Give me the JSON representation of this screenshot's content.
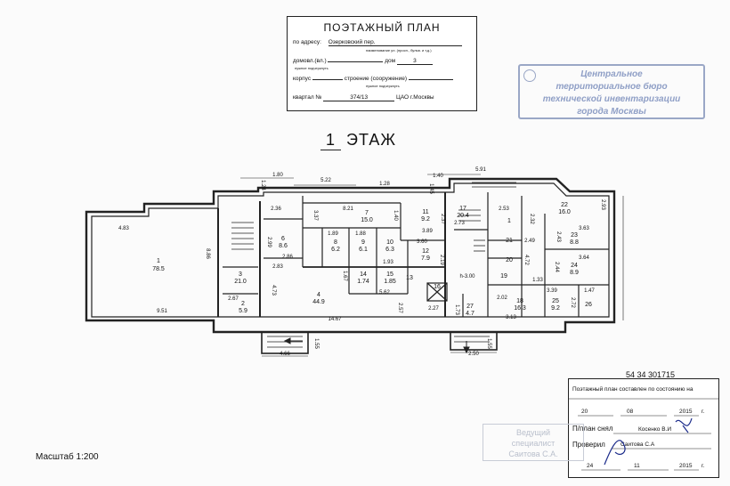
{
  "title_block": {
    "title": "ПОЭТАЖНЫЙ ПЛАН",
    "address_label": "по адресу:",
    "address_value": "Озерковский пер.",
    "address_hint": "наименование ул. (просп., бульв. и т.д.)",
    "house_label": "домовл.(вл.)",
    "house_hint": "нужное подчеркнуть",
    "dom_label": "дом",
    "dom_value": "3",
    "korpus_label": "корпус",
    "building_label": "строение (сооружение)",
    "building_hint": "нужное подчеркнуть",
    "kvartal_label": "квартал №",
    "kvartal_value": "374/13",
    "district_value": "ЦАО г.Москвы"
  },
  "bti_stamp": {
    "line1": "Центральное",
    "line2": "территориальное бюро",
    "line3": "технической инвентаризации",
    "line4": "города Москвы"
  },
  "floor_label": {
    "number": "1",
    "word": "ЭТАЖ"
  },
  "rooms": [
    {
      "no": "1",
      "area": "78.5"
    },
    {
      "no": "3",
      "area": "21.0"
    },
    {
      "no": "2",
      "area": "5.9"
    },
    {
      "no": "4",
      "area": "44.9"
    },
    {
      "no": "6",
      "area": "8.6"
    },
    {
      "no": "7",
      "area": "15.0"
    },
    {
      "no": "8",
      "area": "6.2"
    },
    {
      "no": "9",
      "area": "6.1"
    },
    {
      "no": "10",
      "area": "6.3"
    },
    {
      "no": "11",
      "area": "9.2"
    },
    {
      "no": "12",
      "area": "7.9"
    },
    {
      "no": "14",
      "area": "1.74"
    },
    {
      "no": "15",
      "area": "1.85"
    },
    {
      "no": "13",
      "area": ""
    },
    {
      "no": "17",
      "area": "20.4"
    },
    {
      "no": "22",
      "area": "16.0"
    },
    {
      "no": "23",
      "area": "8.8"
    },
    {
      "no": "24",
      "area": "8.9"
    },
    {
      "no": "25",
      "area": "9.2"
    },
    {
      "no": "18",
      "area": "16.3"
    },
    {
      "no": "27",
      "area": "4.7"
    },
    {
      "no": "26",
      "area": ""
    },
    {
      "no": "1",
      "area": ""
    },
    {
      "no": "21",
      "area": ""
    },
    {
      "no": "20",
      "area": ""
    },
    {
      "no": "19",
      "area": ""
    },
    {
      "no": "16",
      "area": ""
    }
  ],
  "dimensions": [
    "4.83",
    "8.86",
    "9.51",
    "2.67",
    "1.80",
    "5.22",
    "1.24",
    "2.36",
    "3.37",
    "8.21",
    "1.28",
    "1.45",
    "1.40",
    "5.91",
    "2.73",
    "2.53",
    "2.32",
    "2.93",
    "2.99",
    "2.86",
    "2.83",
    "1.89",
    "1.88",
    "1.40",
    "3.60",
    "3.89",
    "2.37",
    "2.19",
    "1.93",
    "1.67",
    "4.73",
    "5.62",
    "2.57",
    "2.27",
    "14.67",
    "1.73",
    "2.02",
    "3.13",
    "1.33",
    "3.39",
    "2.72",
    "1.47",
    "3.63",
    "3.64",
    "2.44",
    "2.49",
    "2.43",
    "4.72",
    "4.66",
    "1.55",
    "2.50",
    "1.55",
    "h-3.00"
  ],
  "inventory_no": "54 34 301715",
  "state_block": {
    "line1": "Поэтажный план составлен по состоянию на",
    "d1_day": "20",
    "d1_month": "08",
    "d1_year": "2015",
    "year_suffix": "г.",
    "drawn_label": "П/план снял",
    "drawn_name": "Косенко В.И",
    "checked_label": "Проверил",
    "checked_name": "Саитова С.А",
    "d2_day": "24",
    "d2_month": "11",
    "d2_year": "2015"
  },
  "spec_stamp": {
    "line1": "Ведущий",
    "line2": "специалист",
    "line3": "Саитова С.А."
  },
  "scale": "Масштаб 1:200"
}
